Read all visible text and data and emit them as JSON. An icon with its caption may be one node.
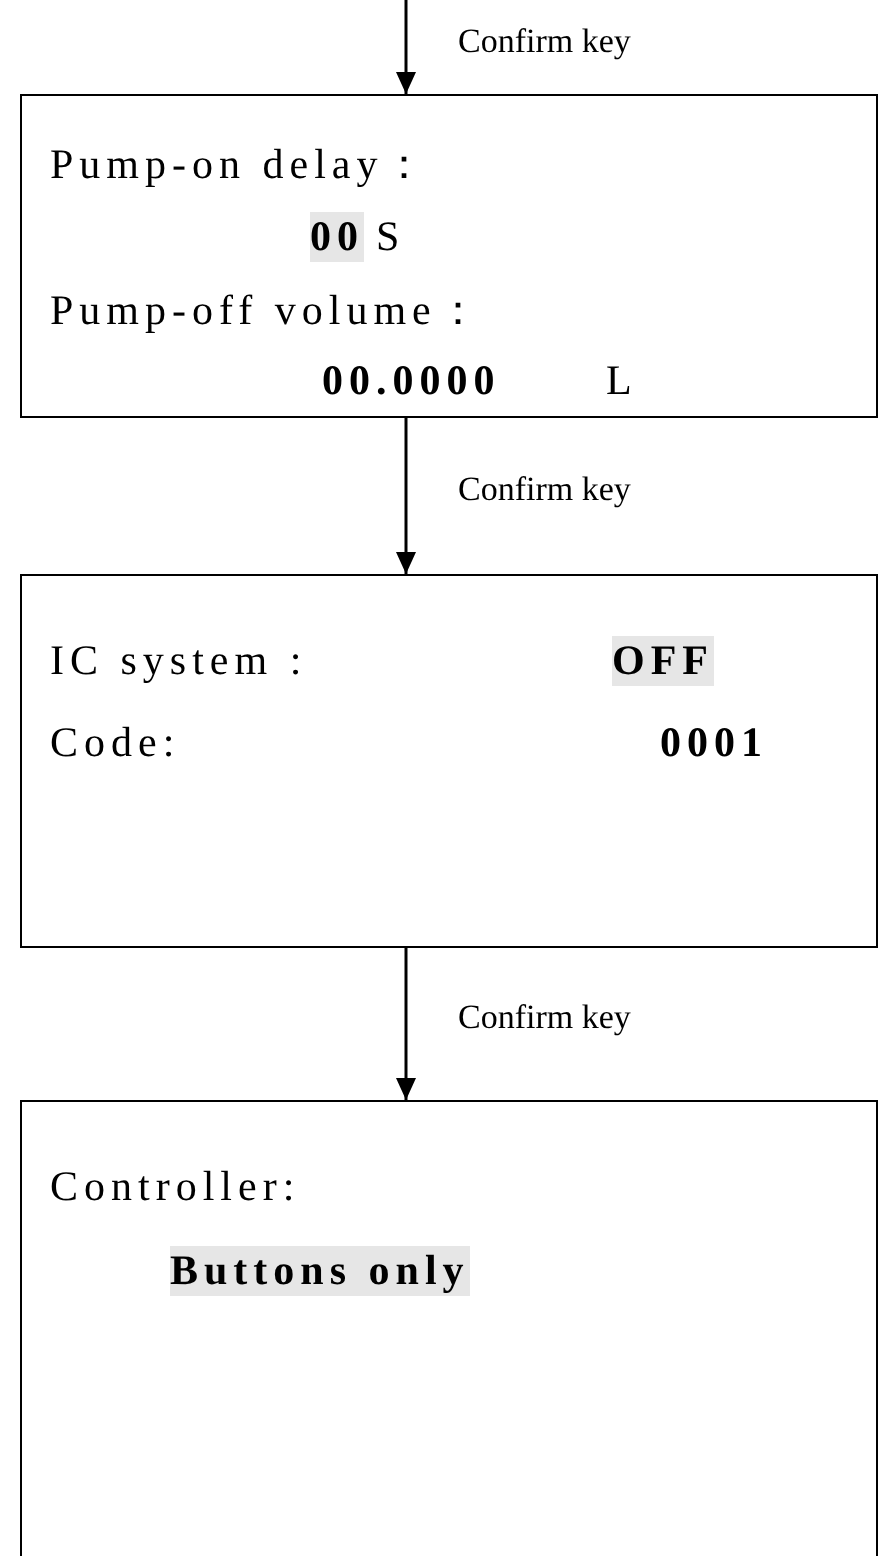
{
  "diagram": {
    "nodes": [
      {
        "text": [
          "Pump-on delay：",
          "00",
          "S",
          "Pump-off volume：",
          "00.0000",
          "L"
        ]
      },
      {
        "text": [
          "IC system :",
          "OFF",
          "Code:",
          "0001"
        ]
      },
      {
        "text": [
          "Controller:",
          "Buttons only"
        ]
      }
    ],
    "edges": [
      {
        "from": null,
        "to": 0,
        "arrow": "to",
        "label": "Confirm key"
      },
      {
        "from": 0,
        "to": 1,
        "arrow": "to",
        "label": "Confirm key"
      },
      {
        "from": 1,
        "to": 2,
        "arrow": "to",
        "label": "Confirm key"
      }
    ]
  }
}
